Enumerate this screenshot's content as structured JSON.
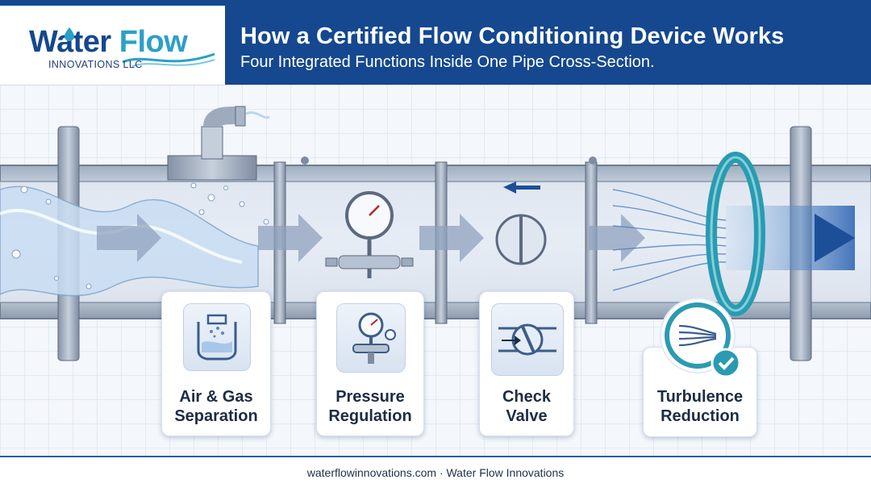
{
  "brand": {
    "name_part1": "Water",
    "name_part2": "Flow",
    "tagline": "INNOVATIONS LLC"
  },
  "header": {
    "title": "How a Certified Flow Conditioning Device Works",
    "subtitle": "Four Integrated Functions Inside One Pipe Cross-Section."
  },
  "functions": [
    {
      "line1": "Air & Gas",
      "line2": "Separation",
      "icon": "air-separator-icon"
    },
    {
      "line1": "Pressure",
      "line2": "Regulation",
      "icon": "pressure-gauge-icon"
    },
    {
      "line1": "Check",
      "line2": "Valve",
      "icon": "check-valve-icon"
    },
    {
      "line1": "Turbulence",
      "line2": "Reduction",
      "icon": "laminar-flow-check-icon"
    }
  ],
  "footer": {
    "text": "waterflowinnovations.com · Water Flow Innovations"
  },
  "colors": {
    "brand_navy": "#15488e",
    "brand_cyan": "#2aa0c8",
    "teal_ring": "#2a9bb0",
    "flow_blue": "#1d4f99"
  }
}
